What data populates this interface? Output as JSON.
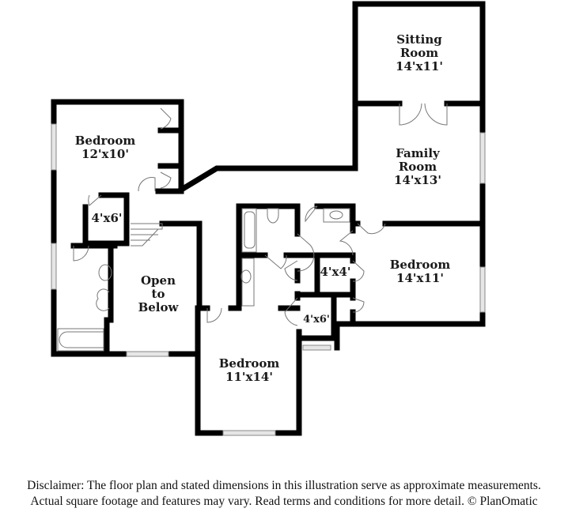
{
  "floor_plan": {
    "rooms": [
      {
        "id": "sitting-room",
        "lines": [
          "Sitting",
          "Room"
        ],
        "dims": "14'x11'"
      },
      {
        "id": "family-room",
        "lines": [
          "Family",
          "Room"
        ],
        "dims": "14'x13'"
      },
      {
        "id": "bedroom-nw",
        "lines": [
          "Bedroom"
        ],
        "dims": "12'x10'"
      },
      {
        "id": "closet-nw",
        "lines": [],
        "dims": "4'x6'"
      },
      {
        "id": "open-to-below",
        "lines": [
          "Open",
          "to",
          "Below"
        ],
        "dims": ""
      },
      {
        "id": "bedroom-east",
        "lines": [
          "Bedroom"
        ],
        "dims": "14'x11'"
      },
      {
        "id": "closet-center",
        "lines": [],
        "dims": "4'x4'"
      },
      {
        "id": "closet-south",
        "lines": [],
        "dims": "4'x6'"
      },
      {
        "id": "bedroom-south",
        "lines": [
          "Bedroom"
        ],
        "dims": "11'x14'"
      }
    ],
    "colors": {
      "wall": "#000000",
      "fixture": "#666666",
      "window": "#cccccc",
      "background": "#ffffff"
    }
  },
  "disclaimer": {
    "line1": "Disclaimer: The floor plan and stated dimensions in this illustration serve as approximate measurements.",
    "line2": "Actual square footage and features may vary. Read terms and conditions for more detail. © PlanOmatic"
  }
}
